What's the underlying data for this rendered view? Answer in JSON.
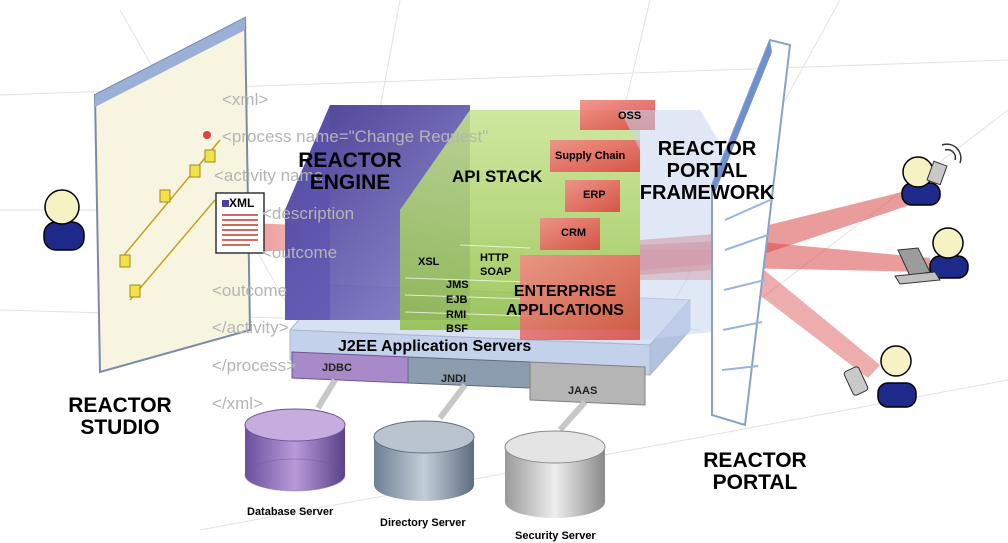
{
  "labels": {
    "reactor_studio": [
      "REACTOR",
      "STUDIO"
    ],
    "reactor_engine": [
      "REACTOR",
      "ENGINE"
    ],
    "api_stack": "API STACK",
    "reactor_portal_framework": [
      "REACTOR",
      "PORTAL",
      "FRAMEWORK"
    ],
    "reactor_portal": [
      "REACTOR",
      "PORTAL"
    ],
    "enterprise_applications": [
      "ENTERPRISE",
      "APPLICATIONS"
    ],
    "j2ee": "J2EE Application Servers",
    "xml_doc": "XML"
  },
  "api_items": {
    "xsl": "XSL",
    "http": "HTTP",
    "soap": "SOAP",
    "jms": "JMS",
    "ejb": "EJB",
    "rmi": "RMI",
    "bsf": "BSF"
  },
  "enterprise_blocks": [
    "OSS",
    "Supply Chain",
    "ERP",
    "CRM"
  ],
  "services": {
    "jdbc": "JDBC",
    "jndi": "JNDI",
    "jaas": "JAAS"
  },
  "servers": {
    "database": "Database Server",
    "directory": "Directory Server",
    "security": "Security Server"
  },
  "xml_code_lines": [
    "<xml>",
    "<process name=\"Change Request\"",
    "<activity name",
    "<description",
    "<outcome",
    "<outcome",
    "</activity>",
    "</process>",
    "</xml>"
  ],
  "colors": {
    "engine": "#4a3f9a",
    "api": "#a6cf5f",
    "enterprise": "#e8574f",
    "portal": "#b8c8e8",
    "j2ee": "#c9d6ee",
    "jdbc": "#a98ac9",
    "jndi": "#7d8ea3",
    "jaas": "#a0a0a0",
    "beam": "#d94a4a"
  }
}
